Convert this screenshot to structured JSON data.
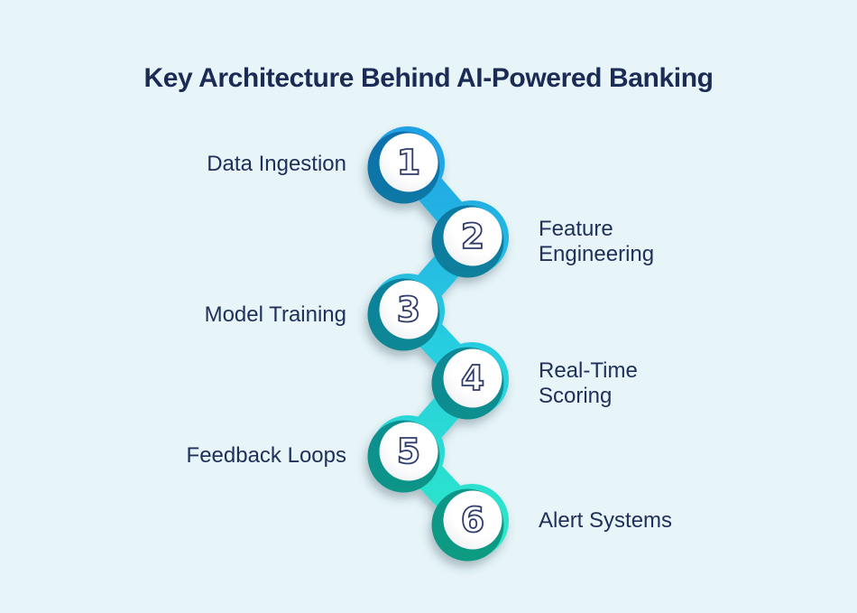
{
  "title": "Key Architecture Behind AI-Powered Banking",
  "steps": [
    {
      "number": "1",
      "label": "Data Ingestion",
      "side": "left"
    },
    {
      "number": "2",
      "label": "Feature Engineering",
      "side": "right"
    },
    {
      "number": "3",
      "label": "Model Training",
      "side": "left"
    },
    {
      "number": "4",
      "label": "Real-Time Scoring",
      "side": "right"
    },
    {
      "number": "5",
      "label": "Feedback Loops",
      "side": "left"
    },
    {
      "number": "6",
      "label": "Alert Systems",
      "side": "right"
    }
  ],
  "colors": {
    "background": "#e7f5f9",
    "title_text": "#1c2b55",
    "label_text": "#20305a",
    "ribbon_top": "#1f9fe5",
    "ribbon_mid": "#28cde0",
    "ribbon_bottom": "#2eeac5",
    "shade_top": "#0d6fad",
    "shade_mid": "#108795",
    "shade_bottom": "#0c9c82",
    "number_outline": "#2e3c6b",
    "circle_fill": "#ffffff"
  }
}
